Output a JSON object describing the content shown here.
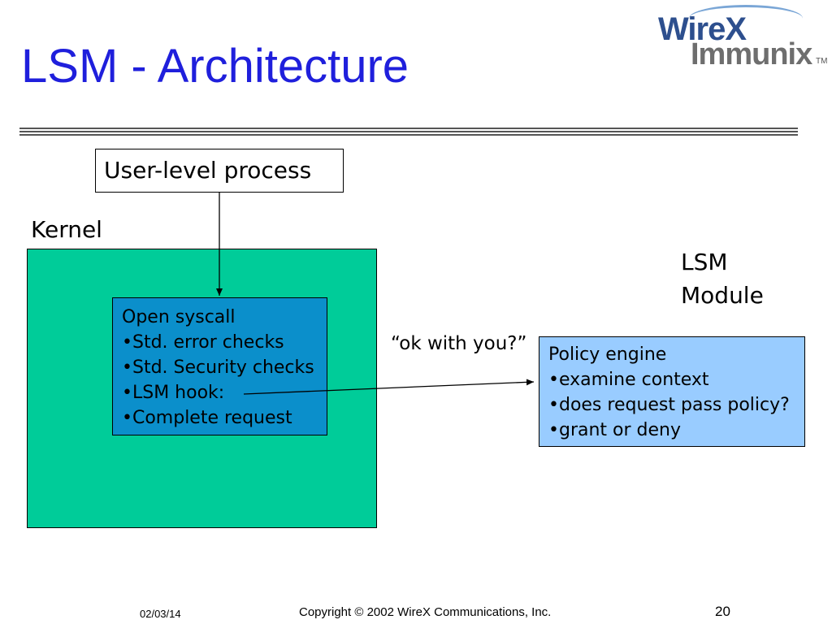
{
  "slide": {
    "title": "LSM - Architecture"
  },
  "logo": {
    "line1": "WireX",
    "line2": "Immunix",
    "trademark": "TM"
  },
  "diagram": {
    "user_process": "User-level process",
    "kernel": "Kernel",
    "syscall": {
      "heading": "Open syscall",
      "items": [
        "•Std. error checks",
        "•Std. Security checks",
        "•LSM hook:",
        "•Complete request"
      ]
    },
    "lsm_module": {
      "line1": "LSM",
      "line2": "Module"
    },
    "ok_query": "“ok with you?”",
    "policy": {
      "heading": "Policy engine",
      "items": [
        "•examine context",
        "•does request pass policy?",
        "•grant or deny"
      ]
    }
  },
  "footer": {
    "date": "02/03/14",
    "copyright": "Copyright © 2002 WireX Communications, Inc.",
    "page": "20"
  },
  "colors": {
    "title": "#1f1fdc",
    "kernel": "#00cc99",
    "syscall": "#0b8fcb",
    "policy": "#99ccff"
  }
}
